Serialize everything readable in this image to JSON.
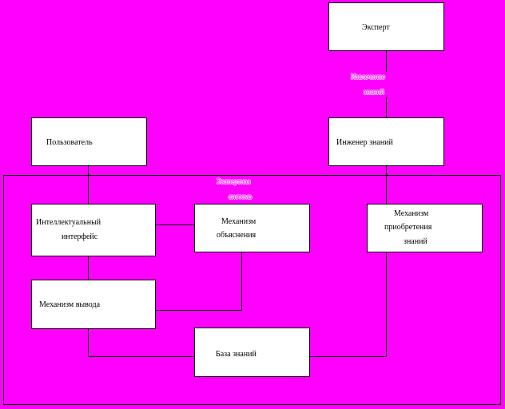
{
  "diagram": {
    "nodes": {
      "expert": "Эксперт",
      "knowledge_engineer": "Инженер знаний",
      "user": "Пользователь",
      "intelligent_interface_line1": "Интеллектуальный",
      "intelligent_interface_line2": "интерфейс",
      "explanation_line1": "Механизм",
      "explanation_line2": "объяснения",
      "acquisition_line1": "Механизм",
      "acquisition_line2": "приобретения",
      "acquisition_line3": "знаний",
      "inference": "Механизм вывода",
      "knowledge_base": "База знаний"
    },
    "labels": {
      "knowledge_extraction_line1": "Извлечение",
      "knowledge_extraction_line2": "знаний",
      "expert_system_line1": "Экспертная",
      "expert_system_line2": "система"
    },
    "colors": {
      "background": "#ff00ff",
      "box_fill": "#ffffff",
      "line": "#000000"
    }
  }
}
